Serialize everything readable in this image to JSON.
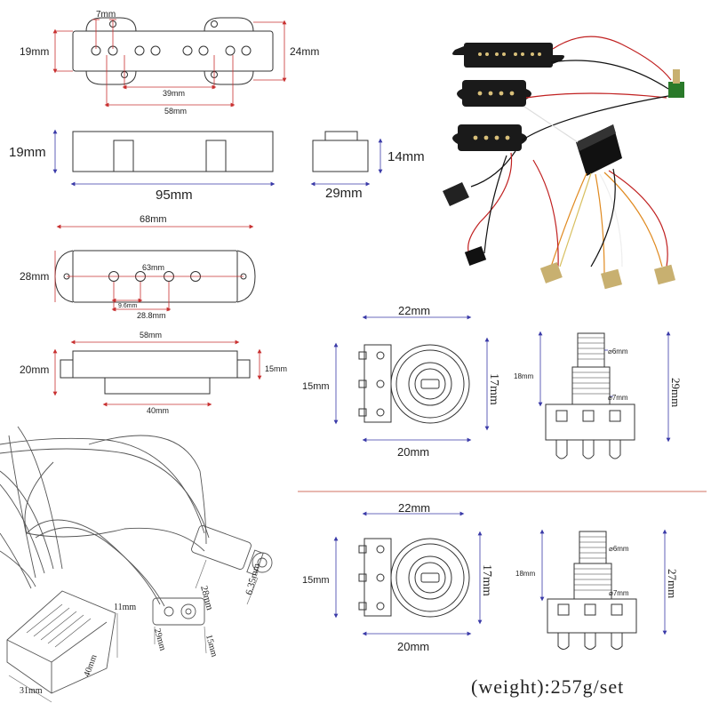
{
  "jazz_top": {
    "pole_spacing": "7mm",
    "width": "19mm",
    "height": "24mm",
    "inner": "39mm",
    "outer": "58mm"
  },
  "jazz_side": {
    "height": "19mm",
    "length": "95mm"
  },
  "jazz_end": {
    "height": "14mm",
    "width": "29mm"
  },
  "p_top": {
    "overall": "68mm",
    "height": "28mm",
    "span": "63mm",
    "pole": "9.6mm",
    "pair": "28.8mm"
  },
  "p_side": {
    "length": "58mm",
    "height": "20mm",
    "inner_height": "15mm",
    "base": "40mm"
  },
  "pot1": {
    "top_width": "22mm",
    "left_height": "15mm",
    "right_height": "17mm",
    "bottom_width": "20mm",
    "shaft_height": "18mm",
    "shaft_dia": "⌀6mm",
    "bush_dia": "⌀7mm",
    "total_height": "29mm"
  },
  "pot2": {
    "top_width": "22mm",
    "left_height": "15mm",
    "right_height": "17mm",
    "bottom_width": "20mm",
    "shaft_height": "18mm",
    "shaft_dia": "⌀6mm",
    "bush_dia": "⌀7mm",
    "total_height": "27mm"
  },
  "jack": {
    "length": "28mm",
    "diameter": "6.35mm"
  },
  "battery": {
    "length": "29mm",
    "width": "15mm"
  },
  "preamp": {
    "height": "11mm",
    "depth": "40mm",
    "width": "31mm"
  },
  "weight_label": "(weight):257g/set",
  "colors": {
    "dim_blue": "#3a3aa8",
    "dim_red": "#c83030",
    "line": "#333333"
  }
}
